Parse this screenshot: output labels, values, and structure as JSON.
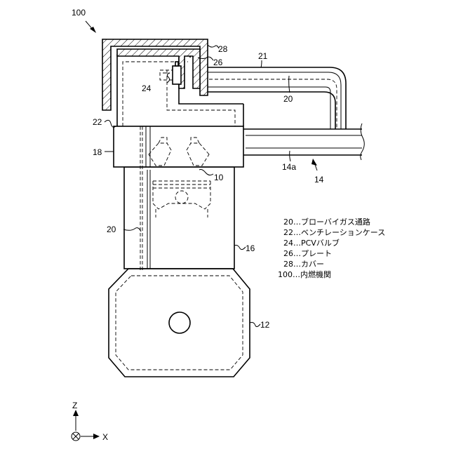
{
  "figure": {
    "ref_100": "100",
    "ref_28": "28",
    "ref_26": "26",
    "ref_21": "21",
    "ref_24": "24",
    "ref_20_top": "20",
    "ref_22": "22",
    "ref_18": "18",
    "ref_10": "10",
    "ref_14a": "14a",
    "ref_14": "14",
    "ref_20_side": "20",
    "ref_16": "16",
    "ref_12": "12"
  },
  "legend": {
    "items": [
      "20…ブローバイガス通路",
      "22…ベンチレーションケース",
      "24…PCVバルブ",
      "26…プレート",
      "28…カバー",
      "100…内燃機関"
    ]
  },
  "axes": {
    "z_label": "Z",
    "x_label": "X"
  }
}
